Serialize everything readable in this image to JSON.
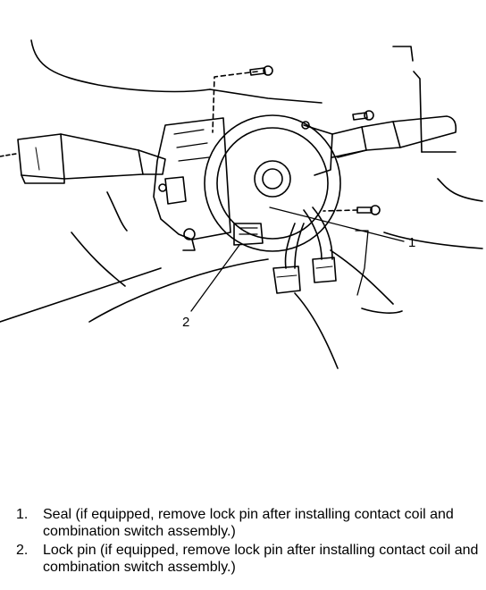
{
  "callouts": [
    {
      "id": "1",
      "text": "1"
    },
    {
      "id": "2",
      "text": "2"
    }
  ],
  "legend": [
    {
      "number": "1.",
      "text": "Seal (if equipped, remove lock pin after installing contact coil and combination switch assembly.)"
    },
    {
      "number": "2.",
      "text": "Lock pin (if equipped, remove lock pin after installing contact coil and combination switch assembly.)"
    }
  ]
}
